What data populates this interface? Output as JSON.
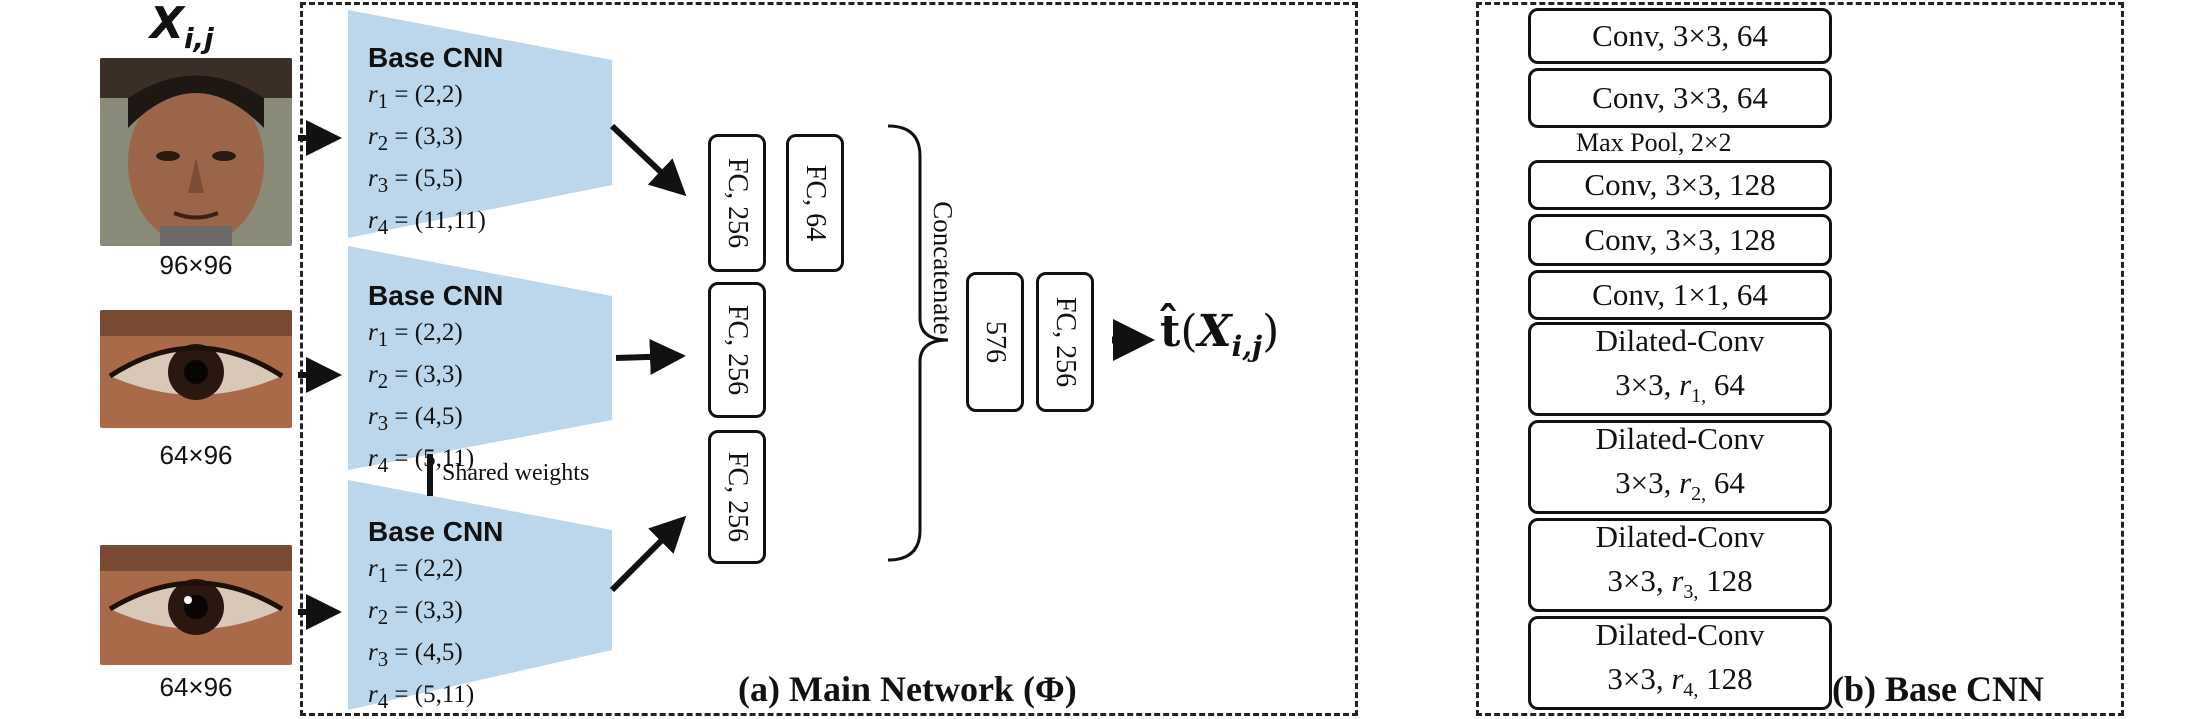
{
  "input_label": {
    "symbol": "X",
    "subscript": "i,j"
  },
  "inputs": [
    {
      "size_label": "96×96",
      "kind": "face"
    },
    {
      "size_label": "64×96",
      "kind": "eye"
    },
    {
      "size_label": "64×96",
      "kind": "eye"
    }
  ],
  "base_cnns": [
    {
      "title": "Base CNN",
      "rates": [
        {
          "r": "r",
          "sub": "1",
          "val": " = (2,2)"
        },
        {
          "r": "r",
          "sub": "2",
          "val": " = (3,3)"
        },
        {
          "r": "r",
          "sub": "3",
          "val": " = (5,5)"
        },
        {
          "r": "r",
          "sub": "4",
          "val": " = (11,11)"
        }
      ]
    },
    {
      "title": "Base CNN",
      "rates": [
        {
          "r": "r",
          "sub": "1",
          "val": " = (2,2)"
        },
        {
          "r": "r",
          "sub": "2",
          "val": " = (3,3)"
        },
        {
          "r": "r",
          "sub": "3",
          "val": " = (4,5)"
        },
        {
          "r": "r",
          "sub": "4",
          "val": " = (5,11)"
        }
      ]
    },
    {
      "title": "Base CNN",
      "rates": [
        {
          "r": "r",
          "sub": "1",
          "val": " = (2,2)"
        },
        {
          "r": "r",
          "sub": "2",
          "val": " = (3,3)"
        },
        {
          "r": "r",
          "sub": "3",
          "val": " = (4,5)"
        },
        {
          "r": "r",
          "sub": "4",
          "val": " = (5,11)"
        }
      ]
    }
  ],
  "shared_weights": "Shared weights",
  "fc_layers": {
    "fc1": "FC, 256",
    "fc2": "FC, 64",
    "fc3": "FC, 256",
    "fc4": "FC, 256",
    "concat": "576",
    "fc_out": "FC, 256"
  },
  "concatenate": "Concatenate",
  "output": {
    "hat": "t̂",
    "open": "(",
    "symbol": "X",
    "subscript": "i,j",
    "close": ")"
  },
  "caption_main": "(a) Main Network (Φ)",
  "caption_base": "(b) Base CNN",
  "base_layers": [
    {
      "line1": "Conv, 3×3, 64"
    },
    {
      "line1": "Conv, 3×3, 64"
    },
    {
      "line1": "Conv, 3×3, 128"
    },
    {
      "line1": "Conv, 3×3, 128"
    },
    {
      "line1": "Conv, 1×1, 64"
    },
    {
      "line1": "Dilated-Conv",
      "pre": "3×3, ",
      "r": "r",
      "sub": "1,",
      "post": " 64"
    },
    {
      "line1": "Dilated-Conv",
      "pre": "3×3, ",
      "r": "r",
      "sub": "2,",
      "post": " 64"
    },
    {
      "line1": "Dilated-Conv",
      "pre": "3×3, ",
      "r": "r",
      "sub": "3,",
      "post": " 128"
    },
    {
      "line1": "Dilated-Conv",
      "pre": "3×3, ",
      "r": "r",
      "sub": "4,",
      "post": " 128"
    }
  ],
  "max_pool": "Max Pool, 2×2",
  "colors": {
    "trapezoid": "#bcd6ec",
    "stroke": "#111111"
  }
}
